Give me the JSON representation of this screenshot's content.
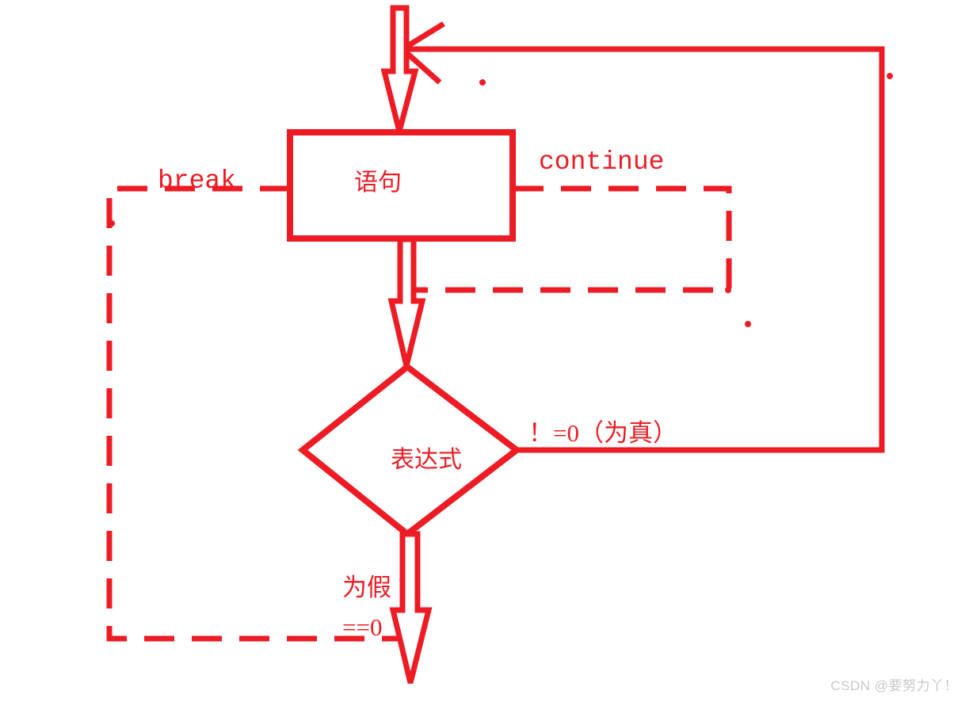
{
  "diagram": {
    "type": "flowchart",
    "title": "while loop flowchart with break and continue",
    "accent_color": "#ED1C24",
    "background_color": "#FFFFFF",
    "nodes": [
      {
        "id": "statement",
        "shape": "rectangle",
        "label": "语句"
      },
      {
        "id": "expression",
        "shape": "diamond",
        "label": "表达式"
      }
    ],
    "edge_labels": {
      "break": "break",
      "continue": "continue",
      "true_branch": "！=0（为真）",
      "false_branch_line1": "为假",
      "false_branch_line2": "==0"
    }
  },
  "watermark": {
    "text": "CSDN @要努力丫！"
  }
}
